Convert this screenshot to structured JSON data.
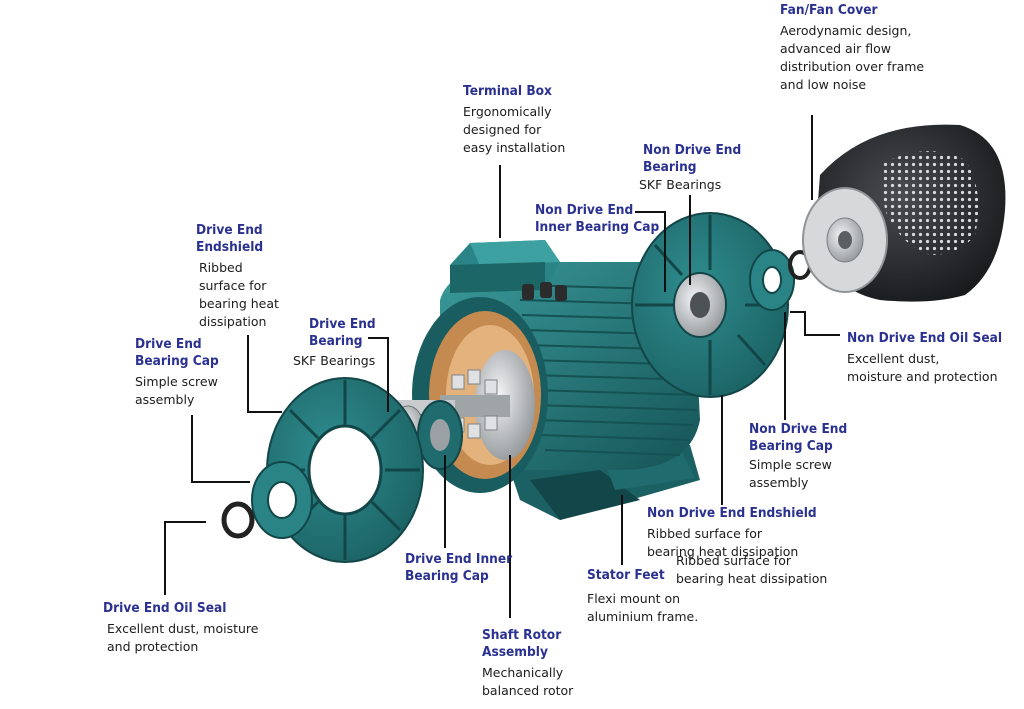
{
  "colors": {
    "title": "#2a3190",
    "text": "#1c1c1c",
    "teal": "#1f6b6e",
    "teal_light": "#2f8c8e",
    "teal_dark": "#134648",
    "steel": "#bfc3c6",
    "copper": "#c58a4f",
    "fan_dark": "#1e1f22",
    "leader": "#111111"
  },
  "labels": {
    "fan_cover": {
      "title": "Fan/Fan Cover",
      "desc": "Aerodynamic design,\nadvanced air flow\ndistribution over frame\nand low noise"
    },
    "terminal_box": {
      "title": "Terminal Box",
      "desc": "Ergonomically\ndesigned for\neasy installation"
    },
    "nde_bearing": {
      "title": "Non Drive End\nBearing",
      "desc": "SKF Bearings"
    },
    "nde_inner_cap": {
      "title": "Non Drive End\nInner Bearing Cap"
    },
    "de_endshield": {
      "title": "Drive End\nEndshield",
      "desc": "Ribbed\nsurface for\nbearing heat\ndissipation"
    },
    "de_bearing": {
      "title": "Drive End\nBearing",
      "desc": "SKF Bearings"
    },
    "de_bearing_cap": {
      "title": "Drive End\nBearing Cap",
      "desc": "Simple screw\nassembly"
    },
    "nde_oil_seal": {
      "title": "Non Drive End Oil Seal",
      "desc": "Excellent dust,\nmoisture and protection"
    },
    "nde_bearing_cap": {
      "title": "Non Drive End\nBearing Cap",
      "desc": "Simple screw\nassembly"
    },
    "nde_endshield": {
      "title": "Non Drive End Endshield",
      "desc": "Ribbed surface for\nbearing heat dissipation"
    },
    "nde_endshield_dup": {
      "desc": "Ribbed surface for\nbearing heat dissipation"
    },
    "de_inner_cap": {
      "title": "Drive End Inner\nBearing Cap"
    },
    "stator_feet": {
      "title": "Stator Feet",
      "desc": "Flexi mount on\naluminium frame."
    },
    "de_oil_seal": {
      "title": "Drive End Oil Seal",
      "desc": "Excellent dust, moisture\nand protection"
    },
    "shaft_rotor": {
      "title": "Shaft Rotor\nAssembly",
      "desc": "Mechanically\nbalanced rotor"
    }
  }
}
